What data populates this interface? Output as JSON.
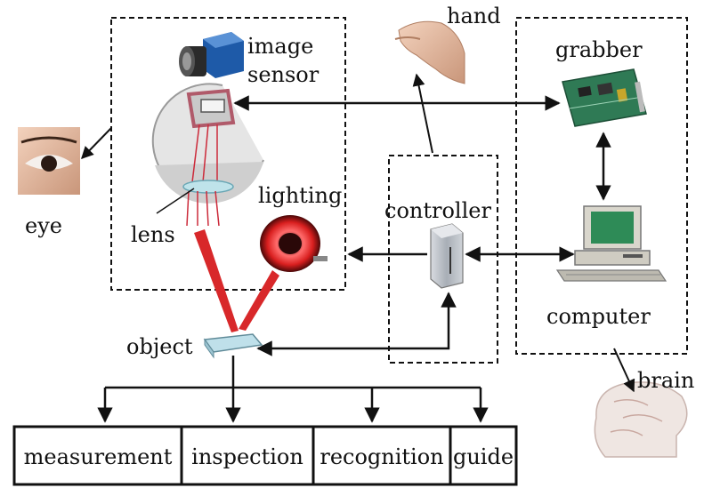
{
  "labels": {
    "image_sensor_line1": "image",
    "image_sensor_line2": "sensor",
    "hand": "hand",
    "grabber": "grabber",
    "eye": "eye",
    "lens": "lens",
    "lighting": "lighting",
    "controller": "controller",
    "computer": "computer",
    "object": "object",
    "brain": "brain"
  },
  "outputs": [
    "measurement",
    "inspection",
    "recognition",
    "guide"
  ],
  "colors": {
    "line": "#111111",
    "laser": "#d8282a",
    "ring_light": "#e03030",
    "pcb": "#2f7a55",
    "screen": "#2e8b57"
  }
}
